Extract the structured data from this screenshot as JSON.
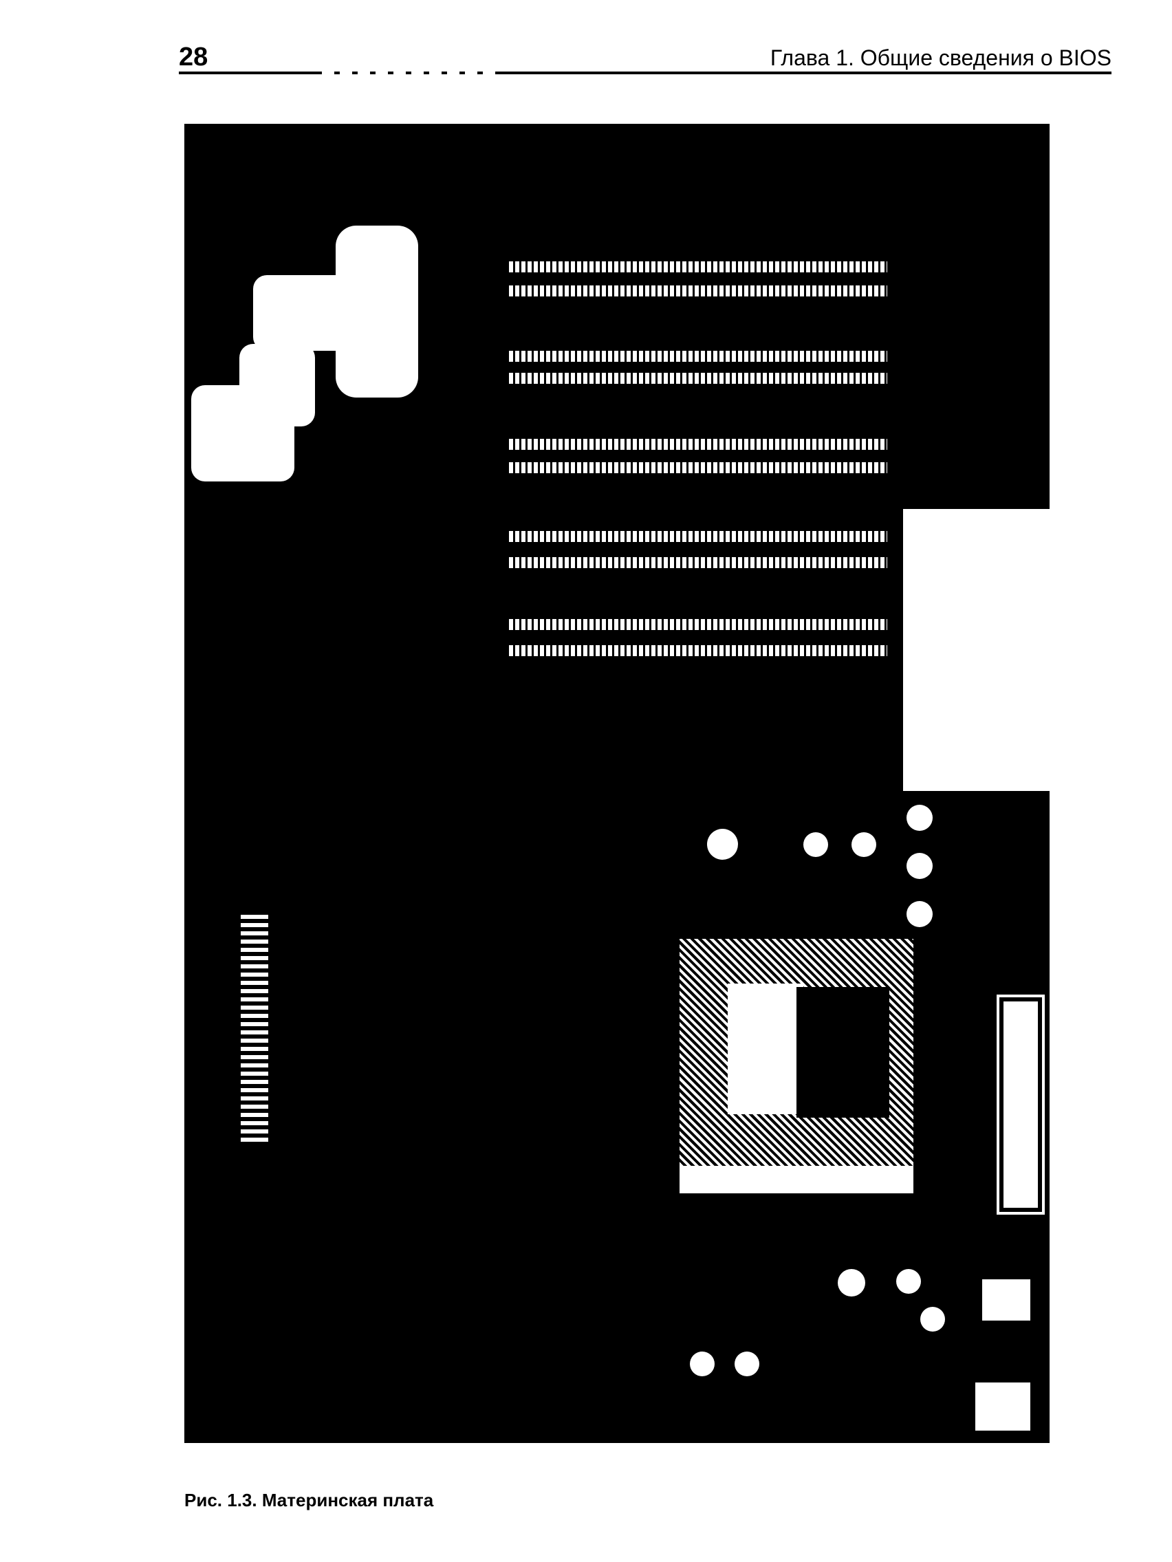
{
  "header": {
    "page_number": "28",
    "running_head": "Глава 1. Общие сведения о BIOS"
  },
  "figure": {
    "caption": "Рис. 1.3. Материнская плата"
  }
}
